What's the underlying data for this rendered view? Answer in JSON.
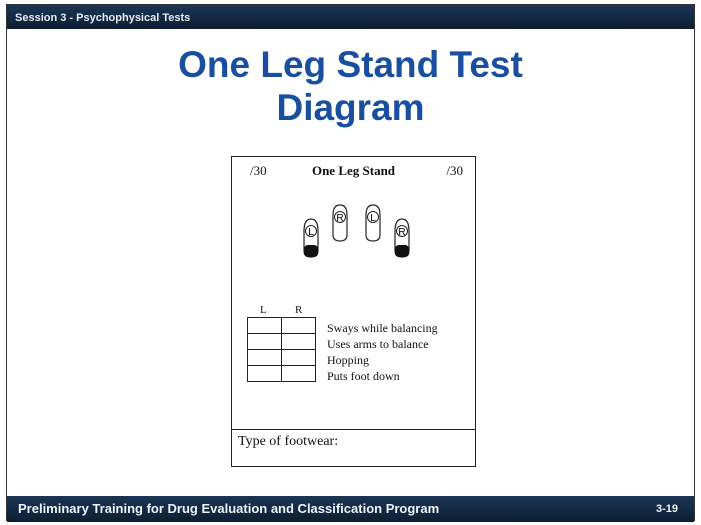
{
  "header": {
    "session_label": "Session 3 - Psychophysical Tests"
  },
  "slide": {
    "title_line1": "One Leg Stand Test",
    "title_line2": "Diagram"
  },
  "form": {
    "score_left": "/30",
    "heading": "One Leg Stand",
    "score_right": "/30",
    "feet": [
      "L",
      "R",
      "L",
      "R"
    ],
    "columns": [
      "L",
      "R"
    ],
    "items": [
      "Sways while balancing",
      "Uses arms to balance",
      "Hopping",
      "Puts foot down"
    ],
    "footwear_label": "Type of footwear:"
  },
  "footer": {
    "program_title": "Preliminary Training for Drug Evaluation and Classification Program",
    "slide_number": "3-19"
  }
}
